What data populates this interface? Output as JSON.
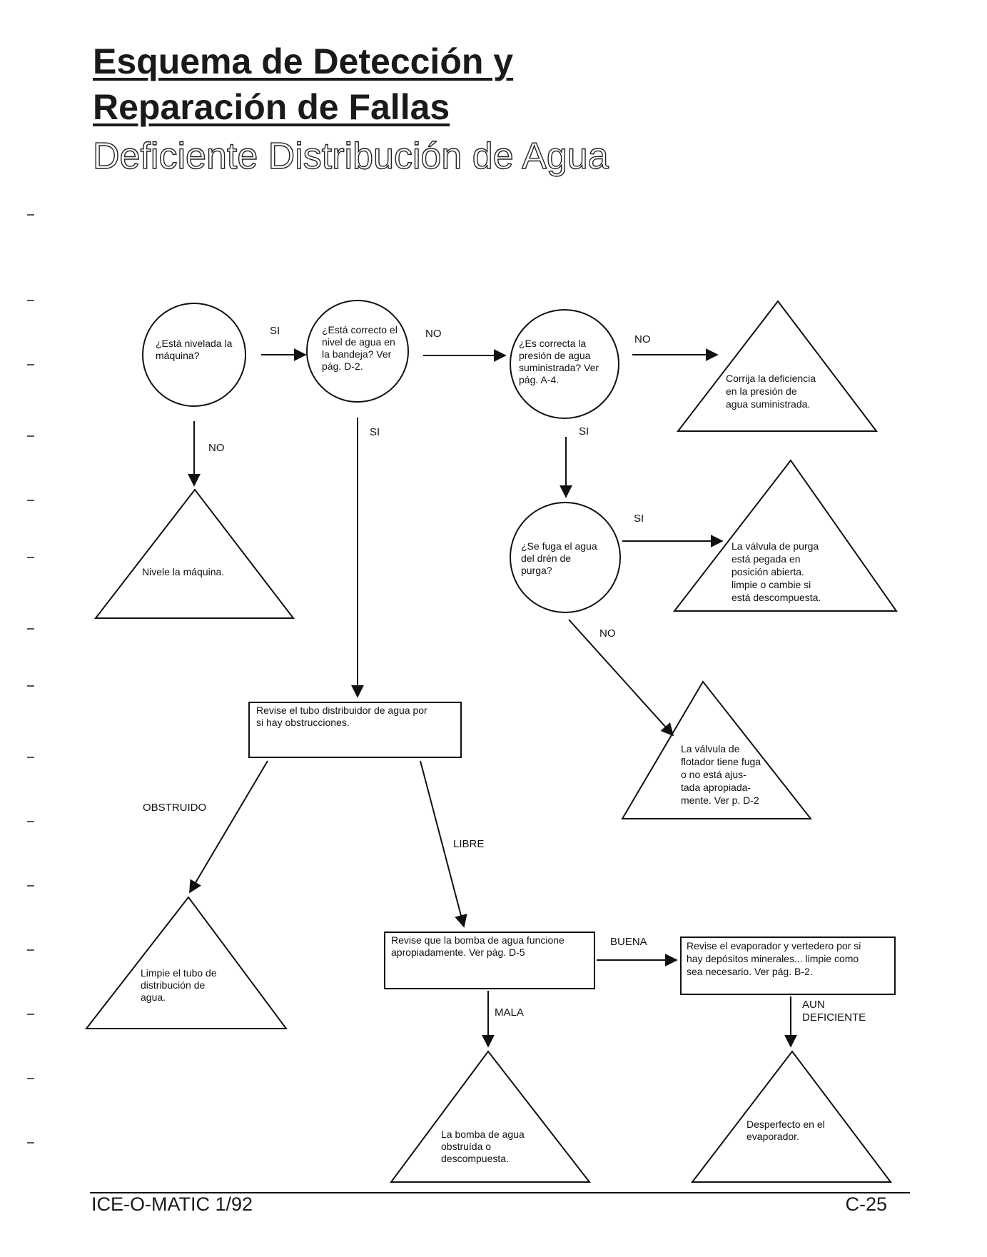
{
  "title_line1": "Esquema de Detección y",
  "title_line2": "Reparación de Fallas",
  "subtitle": "Deficiente Distribución de Agua",
  "nodes": {
    "q_nivelada": [
      "¿Está nivelada la",
      "máquina?"
    ],
    "q_nivel_agua": [
      "¿Está correcto el",
      "nivel de agua en",
      "la bandeja? Ver",
      "pág. D-2."
    ],
    "q_presion": [
      "¿Es correcta la",
      "presión de agua",
      "suministrada? Ver",
      "pág. A-4."
    ],
    "q_fuga": [
      "¿Se fuga el agua",
      "del drén de",
      "purga?"
    ],
    "a_corrija": [
      "Corrija la deficiencia",
      "en la presión de",
      "agua suministrada."
    ],
    "a_nivele": [
      "Nivele la máquina."
    ],
    "a_valvula_purga": [
      "La válvula de purga",
      "está pegada en",
      "posición abierta.",
      "limpie o cambie si",
      "está descompuesta."
    ],
    "a_valvula_flotador": [
      "La válvula de",
      "flotador tiene fuga",
      "o no está ajus-",
      "tada apropiada-",
      "mente. Ver p. D-2"
    ],
    "b_tubo": [
      "Revise el tubo distribuidor de agua por",
      "si hay obstrucciones."
    ],
    "a_limpie": [
      "Limpie el tubo de",
      "distribución de",
      "agua."
    ],
    "b_bomba": [
      "Revise que la bomba de agua funcione",
      "apropiadamente.  Ver pág. D-5"
    ],
    "b_evaporador": [
      "Revise el evaporador y vertedero por si",
      "hay depósitos minerales... limpie como",
      "sea necesario.  Ver pág.  B-2."
    ],
    "a_bomba_mala": [
      "La bomba de agua",
      "obstruída o",
      "descompuesta."
    ],
    "a_desperfecto": [
      "Desperfecto en el",
      "evaporador."
    ]
  },
  "edge_labels": {
    "si_1": "SI",
    "no_1": "NO",
    "no_2": "NO",
    "no_3": "NO",
    "si_2": "SI",
    "si_3": "SI",
    "si_4": "SI",
    "no_4": "NO",
    "obstruido": "OBSTRUIDO",
    "libre": "LIBRE",
    "buena": "BUENA",
    "mala": "MALA",
    "aun_deficiente": [
      "AUN",
      "DEFICIENTE"
    ]
  },
  "footer": {
    "left": "ICE-O-MATIC 1/92",
    "right": "C-25"
  }
}
